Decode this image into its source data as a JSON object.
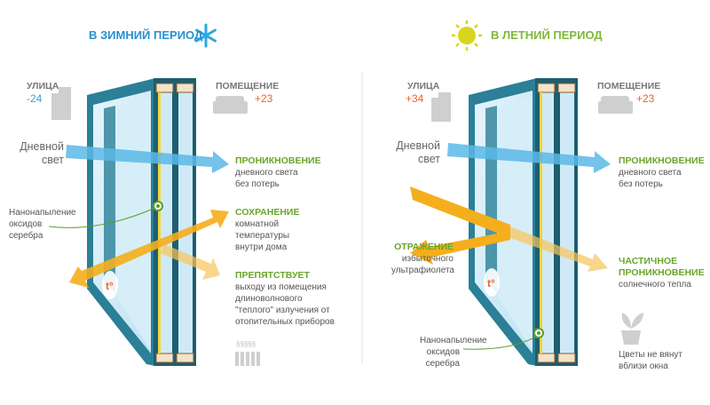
{
  "winter": {
    "title": "В ЗИМНИЙ ПЕРИОД",
    "title_color": "#2a8fd0",
    "icon": "snowflake-icon",
    "street_label": "УЛИЦА",
    "street_temp": "-24",
    "room_label": "ПОМЕЩЕНИЕ",
    "room_temp": "+23",
    "daylight": [
      "Дневной",
      "свет"
    ],
    "coating": [
      "Нанонапыление",
      "оксидов",
      "серебра"
    ],
    "notes": [
      {
        "head": "ПРОНИКНОВЕНИЕ",
        "lines": [
          "дневного света",
          "без потерь"
        ]
      },
      {
        "head": "СОХРАНЕНИЕ",
        "lines": [
          "комнатной",
          "температуры",
          "внутри дома"
        ]
      },
      {
        "head": "ПРЕПЯТСТВУЕТ",
        "lines": [
          "выходу из помещения",
          "длиноволнового",
          "\"теплого\" излучения от",
          "отопительных приборов"
        ]
      }
    ],
    "temp_badge": "t°"
  },
  "summer": {
    "title": "В ЛЕТНИЙ ПЕРИОД",
    "title_color": "#7fb83a",
    "icon": "sun-icon",
    "street_label": "УЛИЦА",
    "street_temp": "+34",
    "room_label": "ПОМЕЩЕНИЕ",
    "room_temp": "+23",
    "daylight": [
      "Дневной",
      "свет"
    ],
    "coating": [
      "Нанонапыление",
      "оксидов",
      "серебра"
    ],
    "reflection": {
      "head": "ОТРАЖЕНИЕ",
      "lines": [
        "избыточного",
        "ультрафиолета"
      ]
    },
    "notes": [
      {
        "head": "ПРОНИКНОВЕНИЕ",
        "lines": [
          "дневного света",
          "без потерь"
        ]
      },
      {
        "head": [
          "ЧАСТИЧНОЕ",
          "ПРОНИКНОВЕНИЕ"
        ],
        "lines": [
          "солнечного тепла"
        ]
      }
    ],
    "flowers": [
      "Цветы не вянут",
      "вблизи окна"
    ],
    "temp_badge": "t°"
  }
}
